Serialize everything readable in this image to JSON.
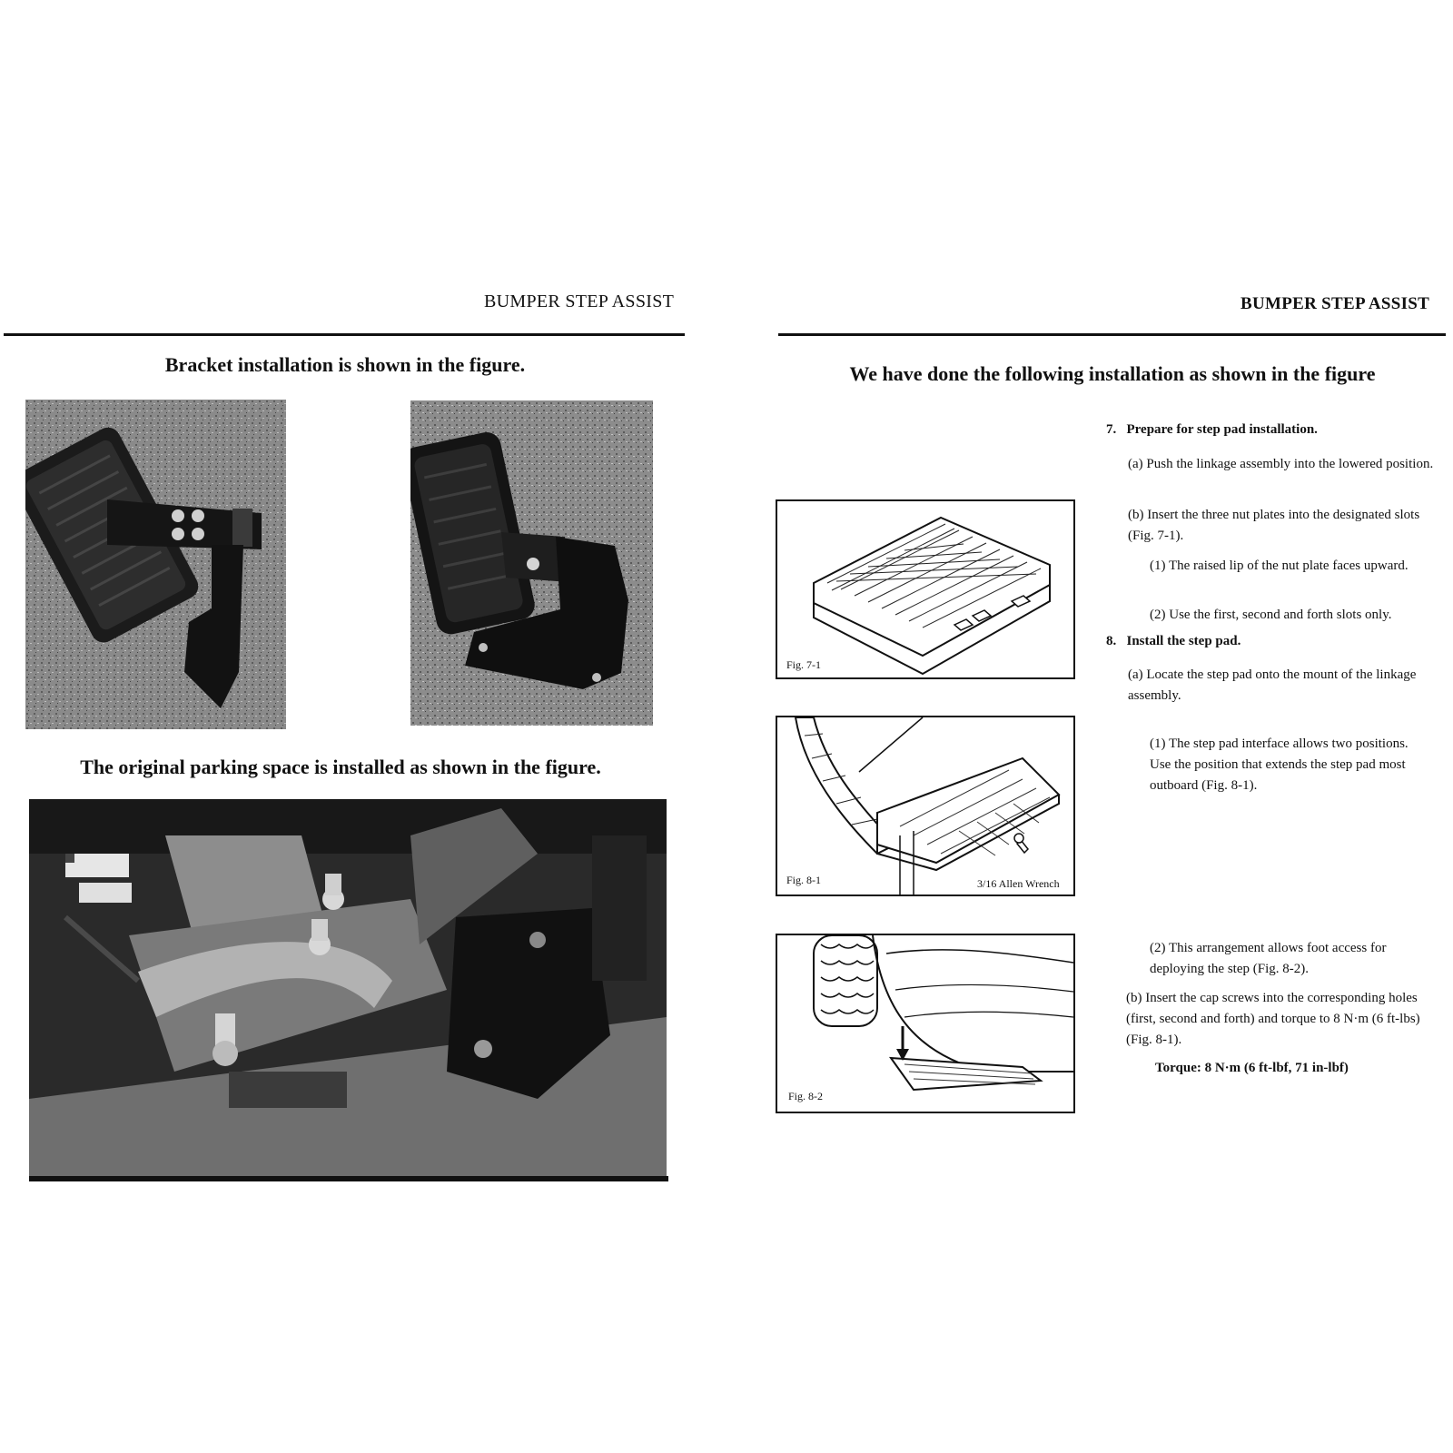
{
  "left_page": {
    "header": "BUMPER STEP ASSIST",
    "heading_bracket": "Bracket installation is shown in the figure.",
    "heading_parking": "The original parking space is installed as shown in the figure."
  },
  "right_page": {
    "header": "BUMPER STEP ASSIST",
    "heading": "We have done the following installation as shown in the figure",
    "steps": {
      "s7": "7.   Prepare for step pad installation.",
      "s7a": "(a) Push the linkage assembly into the lowered position.",
      "s7b": "(b) Insert the three nut plates into the designated slots (Fig. 7-1).",
      "s7b1": "(1) The raised lip of the nut plate faces upward.",
      "s7b2": "(2) Use the first, second and forth slots only.",
      "s8": "8.   Install the step pad.",
      "s8a": "(a) Locate the step pad onto the mount of the linkage assembly.",
      "s8a1": "(1) The step pad interface allows two positions.  Use the position that extends the step pad most outboard (Fig. 8-1).",
      "s8a2": "(2) This arrangement allows foot access for deploying the step (Fig. 8-2).",
      "s8b": "(b) Insert the cap screws into the corresponding holes (first, second and forth) and torque to 8 N·m (6 ft-lbs) (Fig. 8-1).",
      "torque": "Torque: 8 N·m (6 ft-lbf, 71 in-lbf)"
    },
    "figures": {
      "fig71_label": "Fig. 7-1",
      "fig81_label": "Fig. 8-1",
      "fig81_tool": "3/16 Allen Wrench",
      "fig82_label": "Fig. 8-2"
    }
  }
}
